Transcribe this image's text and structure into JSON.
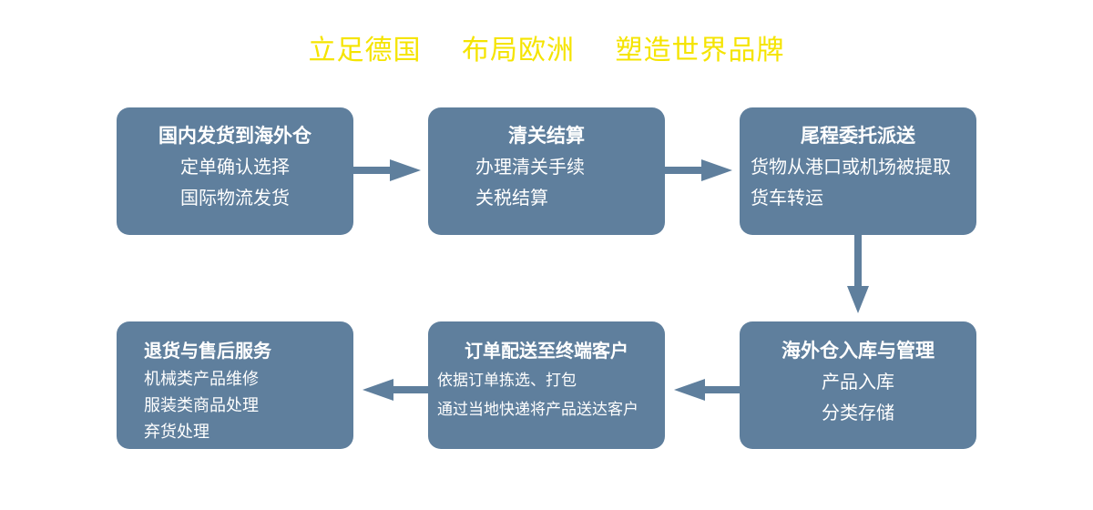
{
  "slogan": [
    "立足德国",
    "布局欧洲",
    "塑造世界品牌"
  ],
  "colors": {
    "box": "#5f7f9d",
    "slogan": "#f5e400",
    "arrow": "#5f7f9d"
  },
  "steps": [
    {
      "title": "国内发货到海外仓",
      "lines": [
        "定单确认选择",
        "国际物流发货"
      ]
    },
    {
      "title": "清关结算",
      "lines": [
        "办理清关手续",
        "关税结算"
      ]
    },
    {
      "title": "尾程委托派送",
      "lines": [
        "货物从港口或机场被提取",
        "货车转运"
      ]
    },
    {
      "title": "海外仓入库与管理",
      "lines": [
        "产品入库",
        "分类存储"
      ]
    },
    {
      "title": "订单配送至终端客户",
      "lines": [
        "依据订单拣选、打包",
        "通过当地快递将产品送达客户"
      ]
    },
    {
      "title": "退货与售后服务",
      "lines": [
        "机械类产品维修",
        "服装类商品处理",
        "弃货处理"
      ]
    }
  ],
  "flow": [
    {
      "from": 1,
      "to": 2,
      "direction": "right"
    },
    {
      "from": 2,
      "to": 3,
      "direction": "right"
    },
    {
      "from": 3,
      "to": 4,
      "direction": "down"
    },
    {
      "from": 4,
      "to": 5,
      "direction": "left"
    },
    {
      "from": 5,
      "to": 6,
      "direction": "left"
    }
  ]
}
